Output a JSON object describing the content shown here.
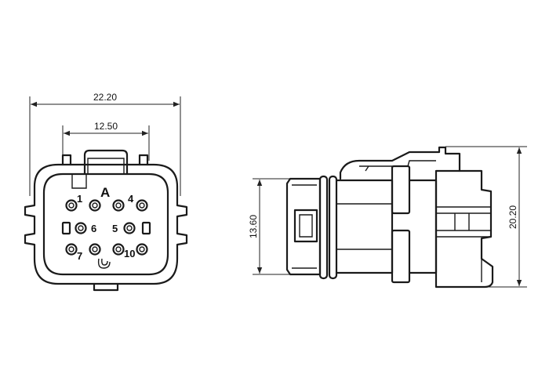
{
  "front_view": {
    "dim_overall_width": "22.20",
    "dim_latch_width": "12.50",
    "key_label": "A",
    "pins": [
      {
        "label": "1"
      },
      {
        "label": "4"
      },
      {
        "label": "6"
      },
      {
        "label": "5"
      },
      {
        "label": "7"
      },
      {
        "label": "10"
      }
    ]
  },
  "side_view": {
    "dim_body_height": "13.60",
    "dim_overall_height": "20.20"
  }
}
